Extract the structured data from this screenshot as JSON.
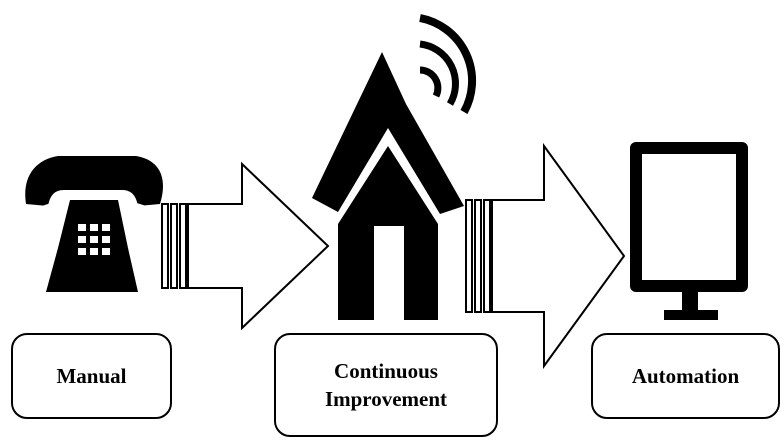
{
  "diagram": {
    "steps": [
      {
        "id": "manual",
        "label": "Manual",
        "icon": "telephone-icon"
      },
      {
        "id": "continuous",
        "label_line1": "Continuous",
        "label_line2": "Improvement",
        "icon": "house-with-signal-icon"
      },
      {
        "id": "automation",
        "label": "Automation",
        "icon": "computer-monitor-icon"
      }
    ],
    "connectors": [
      "arrow-right-icon",
      "arrow-right-icon"
    ],
    "colors": {
      "stroke": "#000000",
      "fill": "#000000",
      "background": "#ffffff"
    }
  }
}
